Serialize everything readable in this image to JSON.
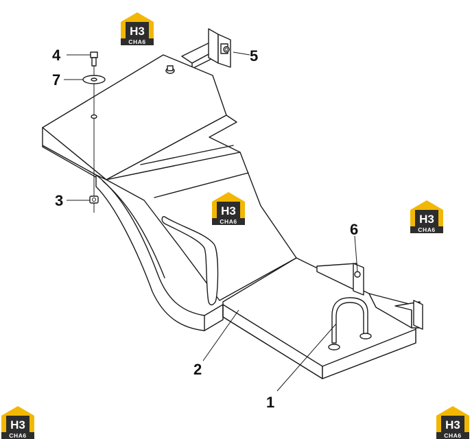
{
  "colors": {
    "line": "#1a1a1a",
    "logo_yellow": "#f2b705",
    "logo_dark": "#2d2d2d"
  },
  "watermark": {
    "letters": "H3",
    "sub": "CHA6"
  },
  "callouts": [
    {
      "id": "label-1",
      "text": "1"
    },
    {
      "id": "label-2",
      "text": "2"
    },
    {
      "id": "label-3",
      "text": "3"
    },
    {
      "id": "label-4",
      "text": "4"
    },
    {
      "id": "label-5",
      "text": "5"
    },
    {
      "id": "label-6",
      "text": "6"
    },
    {
      "id": "label-7",
      "text": "7"
    }
  ]
}
